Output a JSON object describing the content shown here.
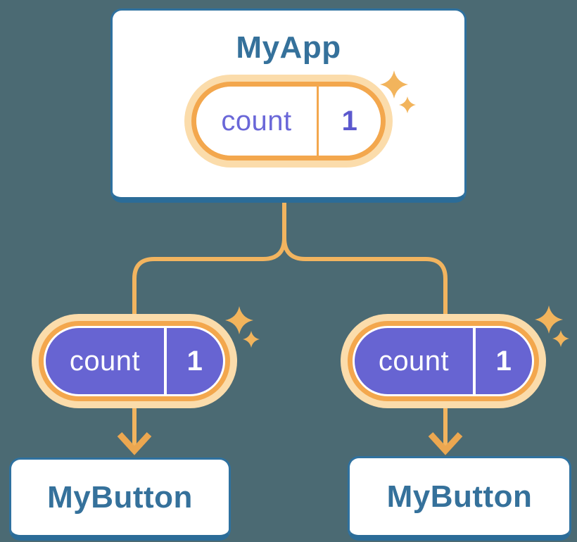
{
  "diagram": {
    "description": "React component tree sharing state: parent passes count state down to two buttons",
    "background_color": "#4B6A73",
    "accent_orange": "#F3A74D",
    "accent_purple": "#6764D2",
    "heading_color": "#35719B",
    "root": {
      "title": "MyApp",
      "state": {
        "label": "count",
        "value": "1"
      }
    },
    "children": [
      {
        "title": "MyButton",
        "state": {
          "label": "count",
          "value": "1"
        }
      },
      {
        "title": "MyButton",
        "state": {
          "label": "count",
          "value": "1"
        }
      }
    ]
  }
}
